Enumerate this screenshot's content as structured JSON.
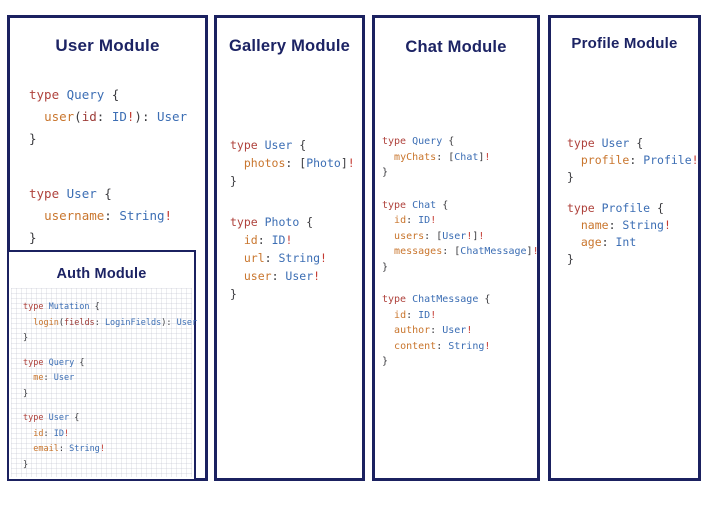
{
  "palette": {
    "navy_border_title": "#1b2160",
    "keyword_red": "#af423c",
    "type_blue": "#3c6eb4",
    "field_orange": "#c9762e",
    "argument_red": "#9d3c38",
    "bang_red": "#c43a31",
    "punct_gray": "#3b3b3f"
  },
  "modules": [
    {
      "id": "user",
      "title": "User Module",
      "blocks": [
        {
          "lines": [
            [
              {
                "t": "type ",
                "c": "kw"
              },
              {
                "t": "Query ",
                "c": "ty"
              },
              {
                "t": "{",
                "c": "pu"
              }
            ],
            [
              {
                "t": "  ",
                "c": "pu"
              },
              {
                "t": "user",
                "c": "fd"
              },
              {
                "t": "(",
                "c": "pu"
              },
              {
                "t": "id",
                "c": "ar"
              },
              {
                "t": ": ",
                "c": "pu"
              },
              {
                "t": "ID",
                "c": "ty"
              },
              {
                "t": "!",
                "c": "bn"
              },
              {
                "t": "): ",
                "c": "pu"
              },
              {
                "t": "User",
                "c": "ty"
              }
            ],
            [
              {
                "t": "}",
                "c": "pu"
              }
            ]
          ]
        },
        {
          "lines": [
            [
              {
                "t": "type ",
                "c": "kw"
              },
              {
                "t": "User ",
                "c": "ty"
              },
              {
                "t": "{",
                "c": "pu"
              }
            ],
            [
              {
                "t": "  ",
                "c": "pu"
              },
              {
                "t": "username",
                "c": "fd"
              },
              {
                "t": ": ",
                "c": "pu"
              },
              {
                "t": "String",
                "c": "ty"
              },
              {
                "t": "!",
                "c": "bn"
              }
            ],
            [
              {
                "t": "}",
                "c": "pu"
              }
            ]
          ]
        }
      ]
    },
    {
      "id": "gallery",
      "title": "Gallery Module",
      "blocks": [
        {
          "lines": [
            [
              {
                "t": "type ",
                "c": "kw"
              },
              {
                "t": "User ",
                "c": "ty"
              },
              {
                "t": "{",
                "c": "pu"
              }
            ],
            [
              {
                "t": "  ",
                "c": "pu"
              },
              {
                "t": "photos",
                "c": "fd"
              },
              {
                "t": ": ",
                "c": "pu"
              },
              {
                "t": "[",
                "c": "pu"
              },
              {
                "t": "Photo",
                "c": "ty"
              },
              {
                "t": "]",
                "c": "pu"
              },
              {
                "t": "!",
                "c": "bn"
              }
            ],
            [
              {
                "t": "}",
                "c": "pu"
              }
            ]
          ]
        },
        {
          "lines": [
            [
              {
                "t": "type ",
                "c": "kw"
              },
              {
                "t": "Photo ",
                "c": "ty"
              },
              {
                "t": "{",
                "c": "pu"
              }
            ],
            [
              {
                "t": "  ",
                "c": "pu"
              },
              {
                "t": "id",
                "c": "fd"
              },
              {
                "t": ": ",
                "c": "pu"
              },
              {
                "t": "ID",
                "c": "ty"
              },
              {
                "t": "!",
                "c": "bn"
              }
            ],
            [
              {
                "t": "  ",
                "c": "pu"
              },
              {
                "t": "url",
                "c": "fd"
              },
              {
                "t": ": ",
                "c": "pu"
              },
              {
                "t": "String",
                "c": "ty"
              },
              {
                "t": "!",
                "c": "bn"
              }
            ],
            [
              {
                "t": "  ",
                "c": "pu"
              },
              {
                "t": "user",
                "c": "fd"
              },
              {
                "t": ": ",
                "c": "pu"
              },
              {
                "t": "User",
                "c": "ty"
              },
              {
                "t": "!",
                "c": "bn"
              }
            ],
            [
              {
                "t": "}",
                "c": "pu"
              }
            ]
          ]
        }
      ]
    },
    {
      "id": "chat",
      "title": "Chat Module",
      "blocks": [
        {
          "lines": [
            [
              {
                "t": "type ",
                "c": "kw"
              },
              {
                "t": "Query ",
                "c": "ty"
              },
              {
                "t": "{",
                "c": "pu"
              }
            ],
            [
              {
                "t": "  ",
                "c": "pu"
              },
              {
                "t": "myChats",
                "c": "fd"
              },
              {
                "t": ": ",
                "c": "pu"
              },
              {
                "t": "[",
                "c": "pu"
              },
              {
                "t": "Chat",
                "c": "ty"
              },
              {
                "t": "]",
                "c": "pu"
              },
              {
                "t": "!",
                "c": "bn"
              }
            ],
            [
              {
                "t": "}",
                "c": "pu"
              }
            ]
          ]
        },
        {
          "lines": [
            [
              {
                "t": "type ",
                "c": "kw"
              },
              {
                "t": "Chat ",
                "c": "ty"
              },
              {
                "t": "{",
                "c": "pu"
              }
            ],
            [
              {
                "t": "  ",
                "c": "pu"
              },
              {
                "t": "id",
                "c": "fd"
              },
              {
                "t": ": ",
                "c": "pu"
              },
              {
                "t": "ID",
                "c": "ty"
              },
              {
                "t": "!",
                "c": "bn"
              }
            ],
            [
              {
                "t": "  ",
                "c": "pu"
              },
              {
                "t": "users",
                "c": "fd"
              },
              {
                "t": ": ",
                "c": "pu"
              },
              {
                "t": "[",
                "c": "pu"
              },
              {
                "t": "User",
                "c": "ty"
              },
              {
                "t": "!",
                "c": "bn"
              },
              {
                "t": "]",
                "c": "pu"
              },
              {
                "t": "!",
                "c": "bn"
              }
            ],
            [
              {
                "t": "  ",
                "c": "pu"
              },
              {
                "t": "messages",
                "c": "fd"
              },
              {
                "t": ": ",
                "c": "pu"
              },
              {
                "t": "[",
                "c": "pu"
              },
              {
                "t": "ChatMessage",
                "c": "ty"
              },
              {
                "t": "]",
                "c": "pu"
              },
              {
                "t": "!",
                "c": "bn"
              }
            ],
            [
              {
                "t": "}",
                "c": "pu"
              }
            ]
          ]
        },
        {
          "lines": [
            [
              {
                "t": "type ",
                "c": "kw"
              },
              {
                "t": "ChatMessage ",
                "c": "ty"
              },
              {
                "t": "{",
                "c": "pu"
              }
            ],
            [
              {
                "t": "  ",
                "c": "pu"
              },
              {
                "t": "id",
                "c": "fd"
              },
              {
                "t": ": ",
                "c": "pu"
              },
              {
                "t": "ID",
                "c": "ty"
              },
              {
                "t": "!",
                "c": "bn"
              }
            ],
            [
              {
                "t": "  ",
                "c": "pu"
              },
              {
                "t": "author",
                "c": "fd"
              },
              {
                "t": ": ",
                "c": "pu"
              },
              {
                "t": "User",
                "c": "ty"
              },
              {
                "t": "!",
                "c": "bn"
              }
            ],
            [
              {
                "t": "  ",
                "c": "pu"
              },
              {
                "t": "content",
                "c": "fd"
              },
              {
                "t": ": ",
                "c": "pu"
              },
              {
                "t": "String",
                "c": "ty"
              },
              {
                "t": "!",
                "c": "bn"
              }
            ],
            [
              {
                "t": "}",
                "c": "pu"
              }
            ]
          ]
        }
      ]
    },
    {
      "id": "profile",
      "title": "Profile Module",
      "blocks": [
        {
          "lines": [
            [
              {
                "t": "type ",
                "c": "kw"
              },
              {
                "t": "User ",
                "c": "ty"
              },
              {
                "t": "{",
                "c": "pu"
              }
            ],
            [
              {
                "t": "  ",
                "c": "pu"
              },
              {
                "t": "profile",
                "c": "fd"
              },
              {
                "t": ": ",
                "c": "pu"
              },
              {
                "t": "Profile",
                "c": "ty"
              },
              {
                "t": "!",
                "c": "bn"
              }
            ],
            [
              {
                "t": "}",
                "c": "pu"
              }
            ]
          ]
        },
        {
          "lines": [
            [
              {
                "t": "type ",
                "c": "kw"
              },
              {
                "t": "Profile ",
                "c": "ty"
              },
              {
                "t": "{",
                "c": "pu"
              }
            ],
            [
              {
                "t": "  ",
                "c": "pu"
              },
              {
                "t": "name",
                "c": "fd"
              },
              {
                "t": ": ",
                "c": "pu"
              },
              {
                "t": "String",
                "c": "ty"
              },
              {
                "t": "!",
                "c": "bn"
              }
            ],
            [
              {
                "t": "  ",
                "c": "pu"
              },
              {
                "t": "age",
                "c": "fd"
              },
              {
                "t": ": ",
                "c": "pu"
              },
              {
                "t": "Int",
                "c": "ty"
              }
            ],
            [
              {
                "t": "}",
                "c": "pu"
              }
            ]
          ]
        }
      ]
    },
    {
      "id": "auth",
      "title": "Auth Module",
      "blocks": [
        {
          "lines": [
            [
              {
                "t": "type ",
                "c": "kw"
              },
              {
                "t": "Mutation ",
                "c": "ty"
              },
              {
                "t": "{",
                "c": "pu"
              }
            ],
            [
              {
                "t": "  ",
                "c": "pu"
              },
              {
                "t": "login",
                "c": "fd"
              },
              {
                "t": "(",
                "c": "pu"
              },
              {
                "t": "fields",
                "c": "ar"
              },
              {
                "t": ": ",
                "c": "pu"
              },
              {
                "t": "LoginFields",
                "c": "ty"
              },
              {
                "t": "): ",
                "c": "pu"
              },
              {
                "t": "User",
                "c": "ty"
              }
            ],
            [
              {
                "t": "}",
                "c": "pu"
              }
            ]
          ]
        },
        {
          "lines": [
            [
              {
                "t": "type ",
                "c": "kw"
              },
              {
                "t": "Query ",
                "c": "ty"
              },
              {
                "t": "{",
                "c": "pu"
              }
            ],
            [
              {
                "t": "  ",
                "c": "pu"
              },
              {
                "t": "me",
                "c": "fd"
              },
              {
                "t": ": ",
                "c": "pu"
              },
              {
                "t": "User",
                "c": "ty"
              }
            ],
            [
              {
                "t": "}",
                "c": "pu"
              }
            ]
          ]
        },
        {
          "lines": [
            [
              {
                "t": "type ",
                "c": "kw"
              },
              {
                "t": "User ",
                "c": "ty"
              },
              {
                "t": "{",
                "c": "pu"
              }
            ],
            [
              {
                "t": "  ",
                "c": "pu"
              },
              {
                "t": "id",
                "c": "fd"
              },
              {
                "t": ": ",
                "c": "pu"
              },
              {
                "t": "ID",
                "c": "ty"
              },
              {
                "t": "!",
                "c": "bn"
              }
            ],
            [
              {
                "t": "  ",
                "c": "pu"
              },
              {
                "t": "email",
                "c": "fd"
              },
              {
                "t": ": ",
                "c": "pu"
              },
              {
                "t": "String",
                "c": "ty"
              },
              {
                "t": "!",
                "c": "bn"
              }
            ],
            [
              {
                "t": "}",
                "c": "pu"
              }
            ]
          ]
        }
      ]
    }
  ]
}
